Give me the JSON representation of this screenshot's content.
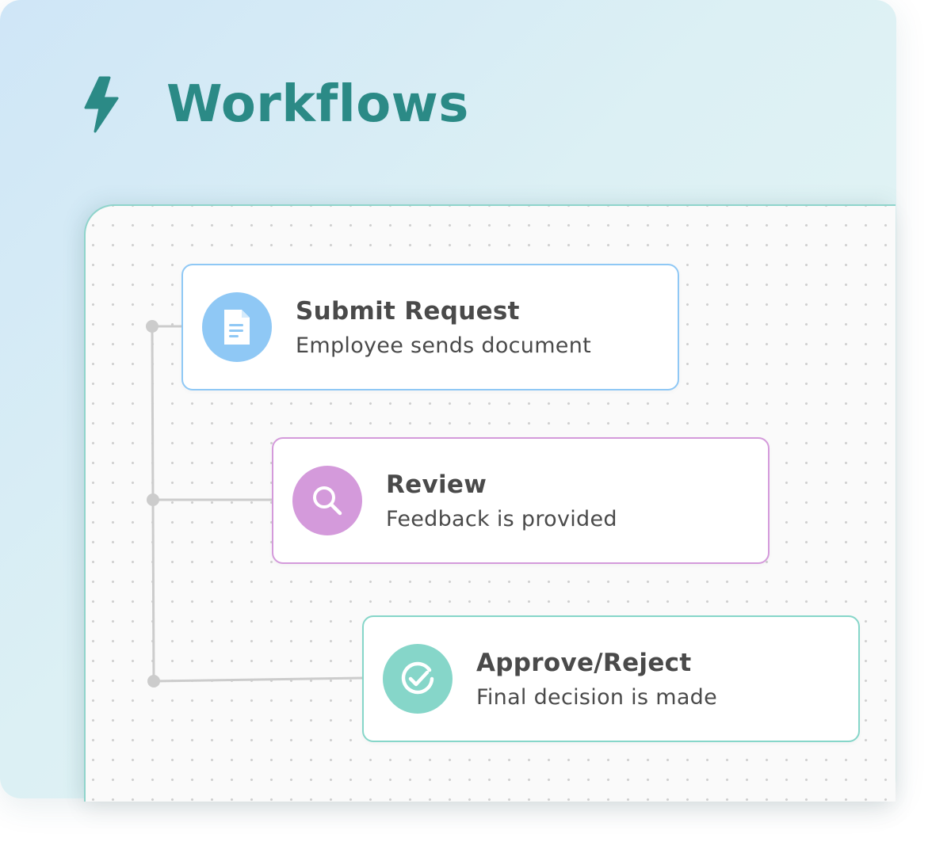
{
  "header": {
    "title": "Workflows",
    "icon": "lightning-bolt-icon",
    "accent_color": "#2b8a86"
  },
  "steps": [
    {
      "title": "Submit Request",
      "description": "Employee sends document",
      "icon": "document-icon",
      "color": "#8fc8f5"
    },
    {
      "title": "Review",
      "description": "Feedback is provided",
      "icon": "search-icon",
      "color": "#d49adb"
    },
    {
      "title": "Approve/Reject",
      "description": "Final decision is made",
      "icon": "check-circle-icon",
      "color": "#86d6c9"
    }
  ]
}
